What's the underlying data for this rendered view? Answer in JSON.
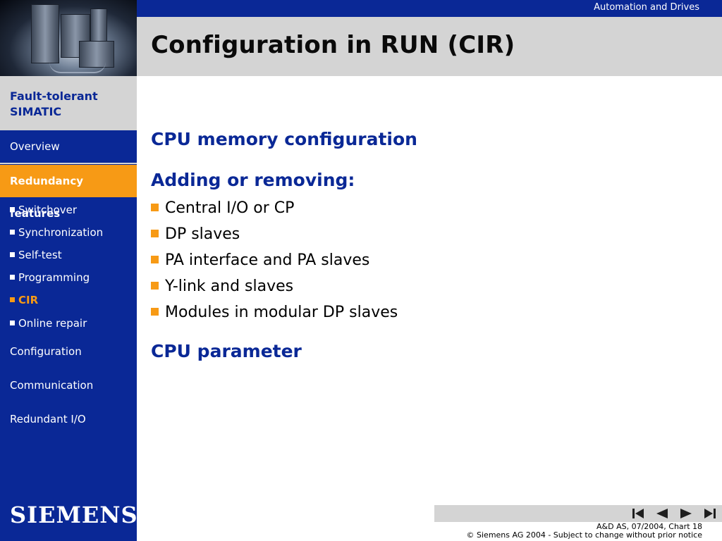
{
  "header": {
    "brandline": "Automation and Drives",
    "title": "Configuration in RUN (CIR)"
  },
  "sidebar": {
    "section_head": "Fault-tolerant SIMATIC",
    "items": [
      {
        "label": "Overview"
      },
      {
        "label": "Redundancy features"
      },
      {
        "label": "Switchover"
      },
      {
        "label": "Synchronization"
      },
      {
        "label": "Self-test"
      },
      {
        "label": "Programming"
      },
      {
        "label": "CIR"
      },
      {
        "label": "Online repair"
      },
      {
        "label": "Configuration"
      },
      {
        "label": "Communication"
      },
      {
        "label": "Redundant I/O"
      }
    ],
    "logo": "SIEMENS"
  },
  "content": {
    "heading1": "CPU memory configuration",
    "heading2": "Adding or removing:",
    "bullets": [
      "Central I/O or CP",
      "DP slaves",
      "PA interface and PA slaves",
      "Y-link and slaves",
      "Modules in modular DP slaves"
    ],
    "heading3": "CPU parameter"
  },
  "footer": {
    "line1": "A&D AS, 07/2004, Chart 18",
    "line2": "© Siemens AG 2004  - Subject to change without prior notice",
    "controls": [
      "first-icon",
      "previous-icon",
      "next-icon",
      "last-icon"
    ]
  },
  "colors": {
    "brand_blue": "#0a2896",
    "accent_orange": "#f79a15",
    "panel_gray": "#d4d4d4"
  }
}
